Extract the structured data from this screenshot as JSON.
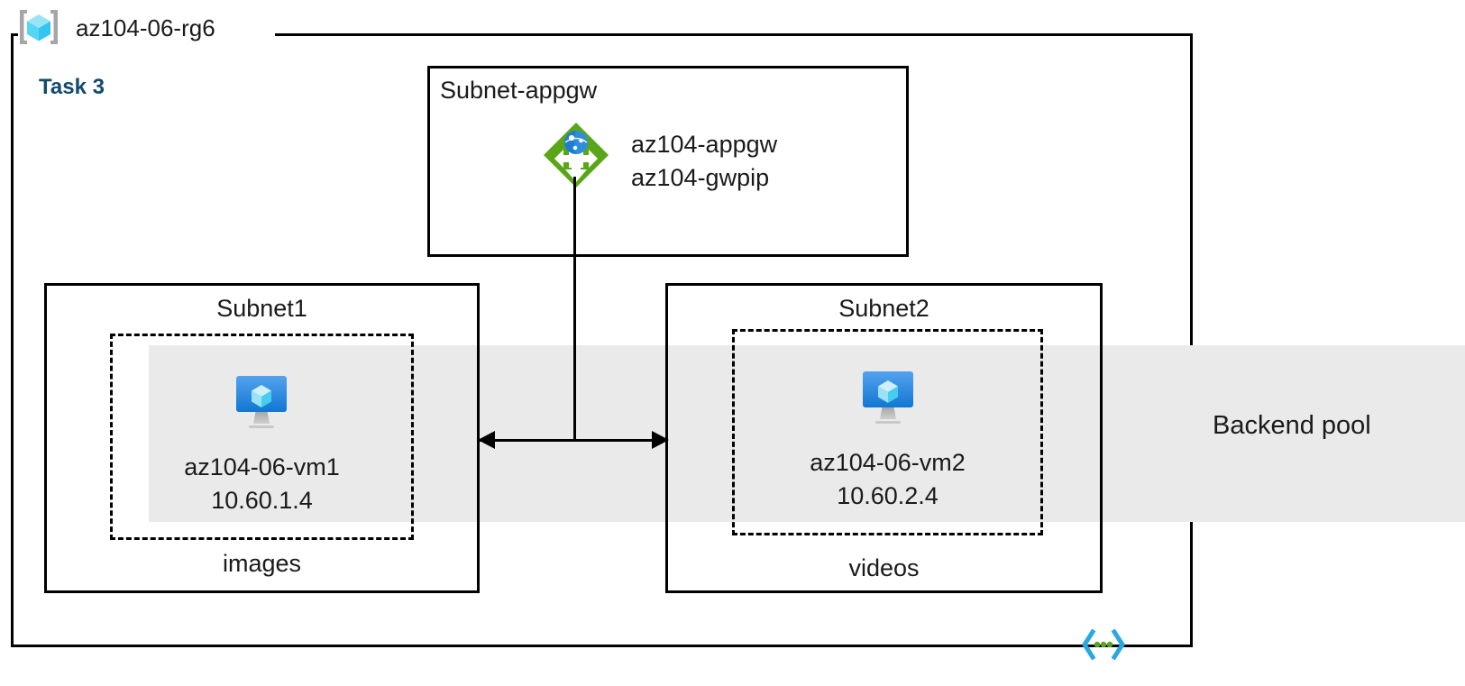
{
  "resource_group": {
    "name": "az104-06-rg6",
    "icon": "resource-group-cube-icon"
  },
  "task": {
    "label": "Task 3",
    "color": "#134A6E"
  },
  "backend_pool": {
    "label": "Backend pool",
    "band_color": "#EAEAEA"
  },
  "appgw_subnet": {
    "title": "Subnet-appgw",
    "icon": "application-gateway-icon",
    "resources": [
      "az104-appgw",
      "az104-gwpip"
    ],
    "resource_line1": "az104-appgw",
    "resource_line2": "az104-gwpip"
  },
  "subnets": [
    {
      "title": "Subnet1",
      "tier": "images",
      "vm": {
        "icon": "virtual-machine-icon",
        "name": "az104-06-vm1",
        "ip": "10.60.1.4"
      }
    },
    {
      "title": "Subnet2",
      "tier": "videos",
      "vm": {
        "icon": "virtual-machine-icon",
        "name": "az104-06-vm2",
        "ip": "10.60.2.4"
      }
    }
  ],
  "template_icon": {
    "name": "arm-template-code-icon",
    "bracket_color": "#29A8E0",
    "dot_color": "#5EA226"
  }
}
